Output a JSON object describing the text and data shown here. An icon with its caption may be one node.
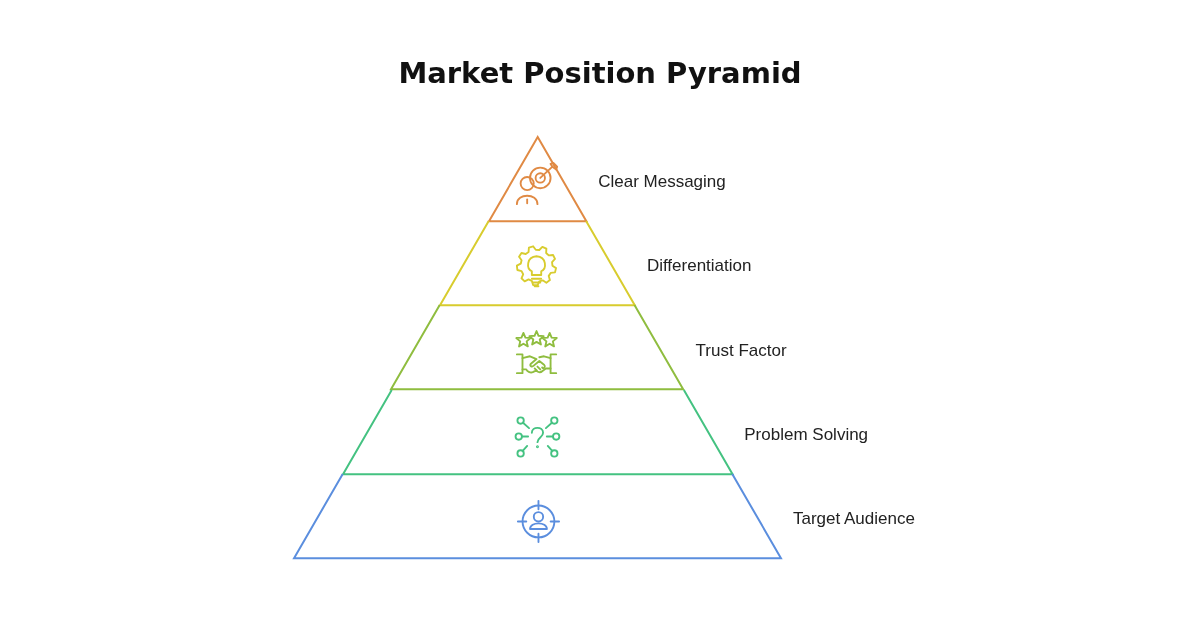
{
  "diagram": {
    "title": "Market Position Pyramid",
    "nodes": [
      {
        "text": [
          "Clear Messaging"
        ]
      },
      {
        "text": [
          "Differentiation"
        ]
      },
      {
        "text": [
          "Trust Factor"
        ]
      },
      {
        "text": [
          "Problem Solving"
        ]
      },
      {
        "text": [
          "Target Audience"
        ]
      }
    ]
  }
}
